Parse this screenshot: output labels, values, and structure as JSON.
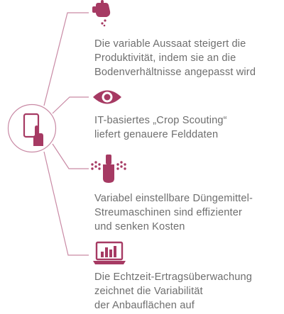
{
  "colors": {
    "accent": "#a63a63",
    "line": "#c98aa5",
    "text": "#6e6e6e"
  },
  "hub": {
    "icon": "tablet-touch-icon"
  },
  "items": [
    {
      "icon": "hand-seeding-icon",
      "lines": [
        "Die variable Aussaat steigert die",
        "Produktivität, indem sie an die",
        "Bodenverhältnisse angepasst wird"
      ]
    },
    {
      "icon": "eye-icon",
      "lines": [
        "IT-basiertes „Crop Scouting“",
        "liefert genauere Felddaten"
      ]
    },
    {
      "icon": "fertilizer-spreader-icon",
      "lines": [
        "Variabel einstellbare Düngemittel-",
        "Streumaschinen sind effizienter",
        "und senken Kosten"
      ]
    },
    {
      "icon": "laptop-chart-icon",
      "lines": [
        "Die Echtzeit-Ertragsüberwachung",
        "zeichnet die Variabilität",
        "der Anbauflächen auf"
      ]
    }
  ]
}
